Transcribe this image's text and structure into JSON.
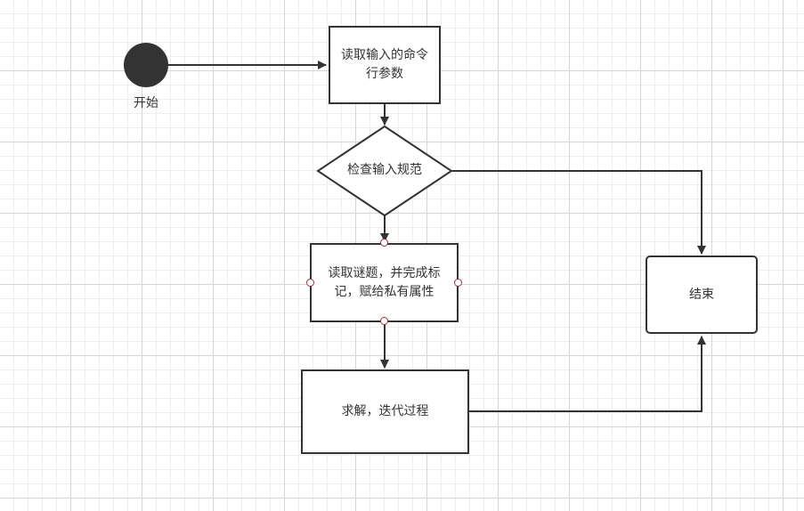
{
  "diagram": {
    "type": "flowchart",
    "start": {
      "label": "开始"
    },
    "nodes": {
      "read_args": {
        "label": "读取输入的命令行参数"
      },
      "check_input": {
        "label": "检查输入规范"
      },
      "read_puzzle": {
        "label": "读取谜题，并完成标记，赋给私有属性"
      },
      "solve": {
        "label": "求解，迭代过程"
      },
      "end": {
        "label": "结束"
      }
    },
    "edges": [
      {
        "from": "start",
        "to": "read_args"
      },
      {
        "from": "read_args",
        "to": "check_input"
      },
      {
        "from": "check_input",
        "to": "read_puzzle"
      },
      {
        "from": "check_input",
        "to": "end"
      },
      {
        "from": "read_puzzle",
        "to": "solve"
      },
      {
        "from": "solve",
        "to": "end"
      }
    ],
    "colors": {
      "stroke": "#333333",
      "start_fill": "#333333",
      "node_fill": "#ffffff",
      "grid_major": "#d6d6d6",
      "grid_minor": "#eeeeee",
      "selection_handle": "#a0313c"
    }
  }
}
